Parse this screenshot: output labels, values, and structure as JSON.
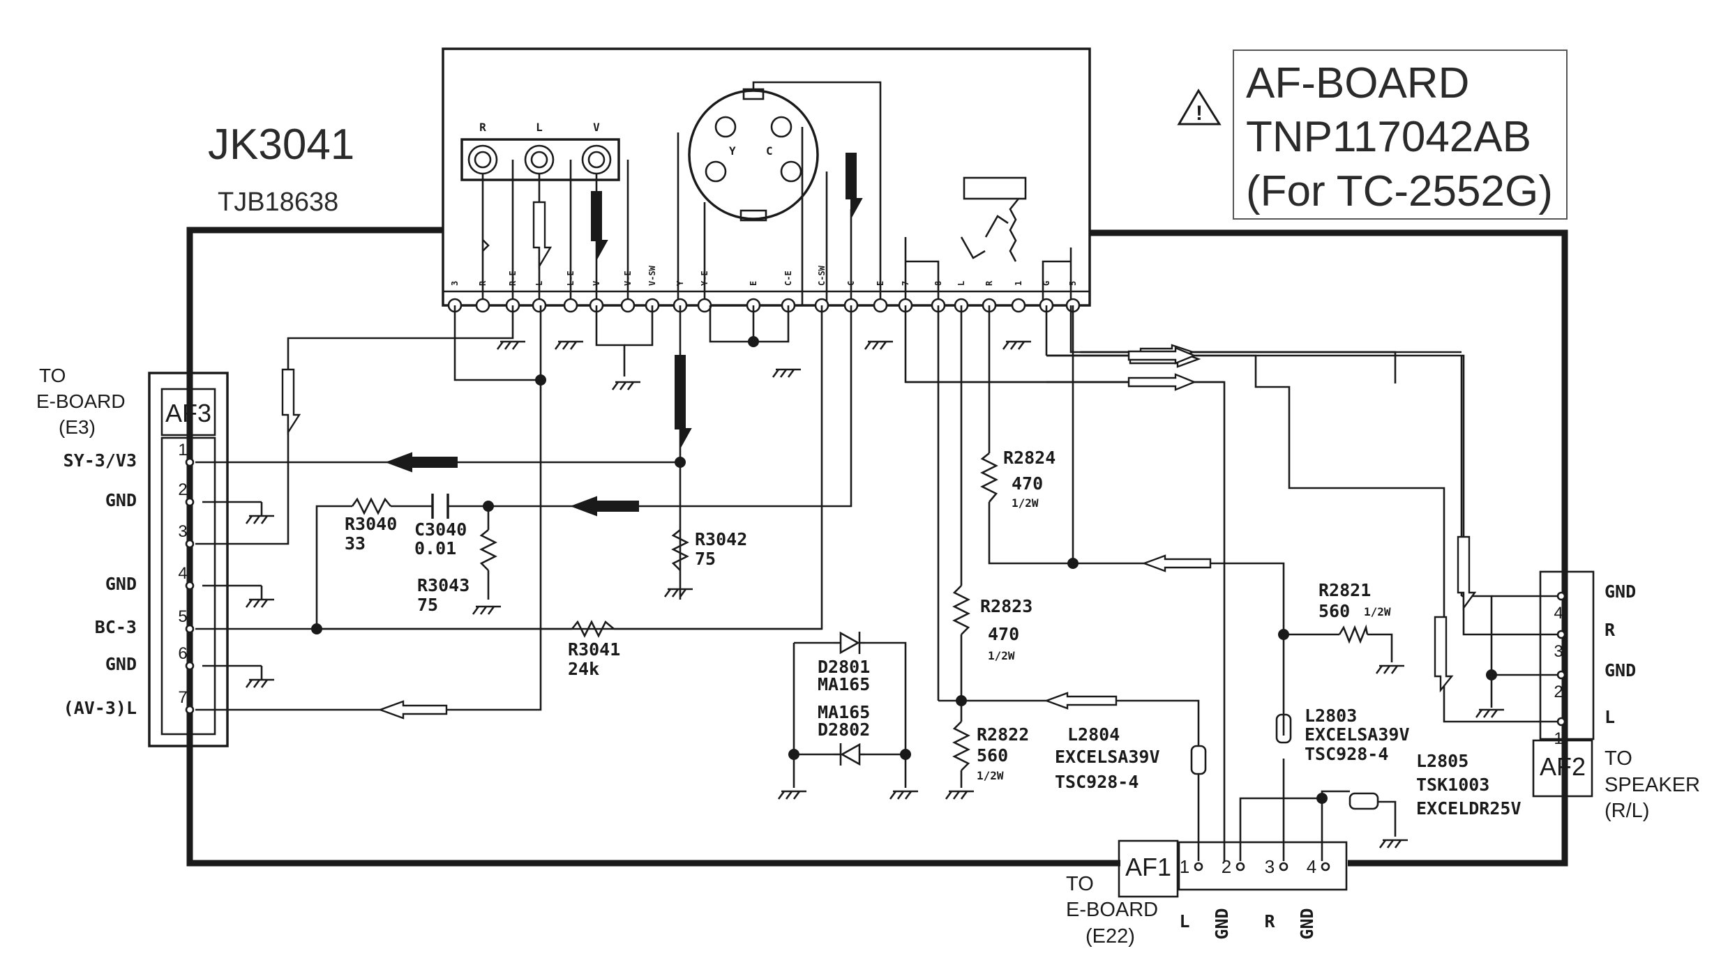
{
  "title": {
    "line1": "AF-BOARD",
    "line2": "TNP117042AB",
    "line3": "(For TC-2552G)"
  },
  "jack": {
    "ref": "JK3041",
    "part": "TJB18638"
  },
  "jack_labels": {
    "r": "R",
    "l": "L",
    "v": "V",
    "y": "Y",
    "c": "C"
  },
  "jack_pins": [
    "3",
    "R",
    "R-E",
    "L",
    "L-E",
    "V",
    "V-E",
    "V-SW",
    "Y",
    "Y-E",
    "E",
    "C-E",
    "C-SW",
    "C",
    "E",
    "7",
    "8",
    "L",
    "R",
    "1",
    "G",
    "5"
  ],
  "jack_side": {
    "l": "L",
    "r": "R",
    "g": "G",
    "one": "1"
  },
  "af3": {
    "name": "AF3",
    "to": "TO",
    "board": "E-BOARD",
    "sub": "(E3)",
    "pins": [
      {
        "n": "1",
        "label": "SY-3/V3"
      },
      {
        "n": "2",
        "label": "GND"
      },
      {
        "n": "3",
        "label": ""
      },
      {
        "n": "4",
        "label": "GND"
      },
      {
        "n": "5",
        "label": "BC-3"
      },
      {
        "n": "6",
        "label": "GND"
      },
      {
        "n": "7",
        "label": "(AV-3)L"
      }
    ]
  },
  "af2": {
    "name": "AF2",
    "to": "TO",
    "board": "SPEAKER",
    "sub": "(R/L)",
    "pins": [
      {
        "n": "4",
        "label": "GND"
      },
      {
        "n": "3",
        "label": "R"
      },
      {
        "n": "2",
        "label": "GND"
      },
      {
        "n": "1",
        "label": "L"
      }
    ]
  },
  "af1": {
    "name": "AF1",
    "to": "TO",
    "board": "E-BOARD",
    "sub": "(E22)",
    "pins": [
      {
        "n": "1",
        "label": "L"
      },
      {
        "n": "2",
        "label": "GND"
      },
      {
        "n": "3",
        "label": "R"
      },
      {
        "n": "4",
        "label": "GND"
      }
    ]
  },
  "components": {
    "r3040": {
      "ref": "R3040",
      "val": "33"
    },
    "c3040": {
      "ref": "C3040",
      "val": "0.01"
    },
    "r3043": {
      "ref": "R3043",
      "val": "75"
    },
    "r3042": {
      "ref": "R3042",
      "val": "75"
    },
    "r3041": {
      "ref": "R3041",
      "val": "24k"
    },
    "r2824": {
      "ref": "R2824",
      "val": "470",
      "pw": "1/2W"
    },
    "r2823": {
      "ref": "R2823",
      "val": "470",
      "pw": "1/2W"
    },
    "r2822": {
      "ref": "R2822",
      "val": "560",
      "pw": "1/2W"
    },
    "r2821": {
      "ref": "R2821",
      "val": "560",
      "pw": "1/2W"
    },
    "d2801": {
      "ref": "D2801",
      "val": "MA165"
    },
    "d2802": {
      "ref": "D2802",
      "val": "MA165"
    },
    "l2804": {
      "ref": "L2804",
      "l1": "EXCELSA39V",
      "l2": "TSC928-4"
    },
    "l2803": {
      "ref": "L2803",
      "l1": "EXCELSA39V",
      "l2": "TSC928-4"
    },
    "l2805": {
      "ref": "L2805",
      "l1": "TSK1003",
      "l2": "EXCELDR25V"
    }
  },
  "colors": {
    "ink": "#1a1a1a",
    "paper": "#ffffff"
  }
}
